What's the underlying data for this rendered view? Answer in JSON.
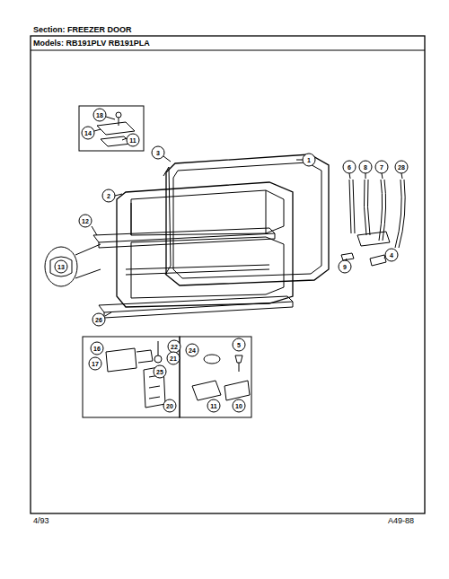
{
  "diagram": {
    "title": "Section: FREEZER DOOR",
    "labels": [
      "Models: RB191PLV RB191PLA",
      "18",
      "14",
      "11",
      "3",
      "1",
      "2",
      "12",
      "13",
      "26",
      "6",
      "8",
      "7",
      "28",
      "9",
      "4",
      "16",
      "22",
      "21",
      "17",
      "25",
      "20",
      "24",
      "5",
      "11",
      "10",
      "4/93",
      "A49-88"
    ]
  }
}
